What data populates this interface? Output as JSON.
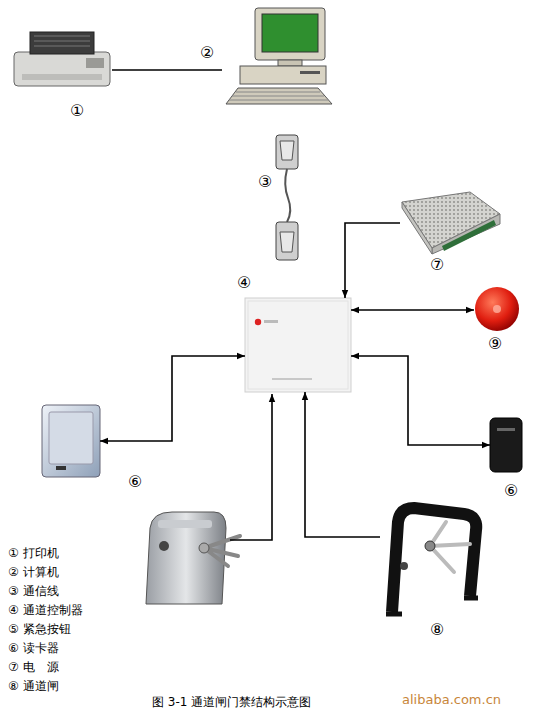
{
  "diagram": {
    "caption": "图 3-1 通道闸门禁结构示意图",
    "nodes": [
      {
        "text": [
          "①"
        ]
      },
      {
        "text": [
          "②"
        ]
      },
      {
        "text": [
          "③"
        ]
      },
      {
        "text": [
          "⑦"
        ]
      },
      {
        "text": [
          "④"
        ]
      },
      {
        "text": [
          "⑨"
        ]
      },
      {
        "text": [
          "⑥"
        ]
      },
      {
        "text": [
          "⑥"
        ]
      },
      {
        "text": [
          "⑧"
        ]
      }
    ],
    "edges": [
      {
        "from": 0,
        "to": 1,
        "arrow": "none"
      },
      {
        "from": 3,
        "to": 4,
        "arrow": "to"
      },
      {
        "from": 4,
        "to": 5,
        "arrow": "both"
      },
      {
        "from": 4,
        "to": 6,
        "arrow": "both"
      },
      {
        "from": 4,
        "to": 7,
        "arrow": "both"
      },
      {
        "from": 8,
        "to": 4,
        "arrow": "to"
      }
    ],
    "labels": [
      "① 打印机",
      "② 计算机",
      "③ 通信线",
      "④ 通道控制器",
      "⑤ 紧急按钮",
      "⑥ 读卡器",
      "⑦ 电　源",
      "⑧ 通道闸",
      "alibaba.com.cn"
    ]
  }
}
